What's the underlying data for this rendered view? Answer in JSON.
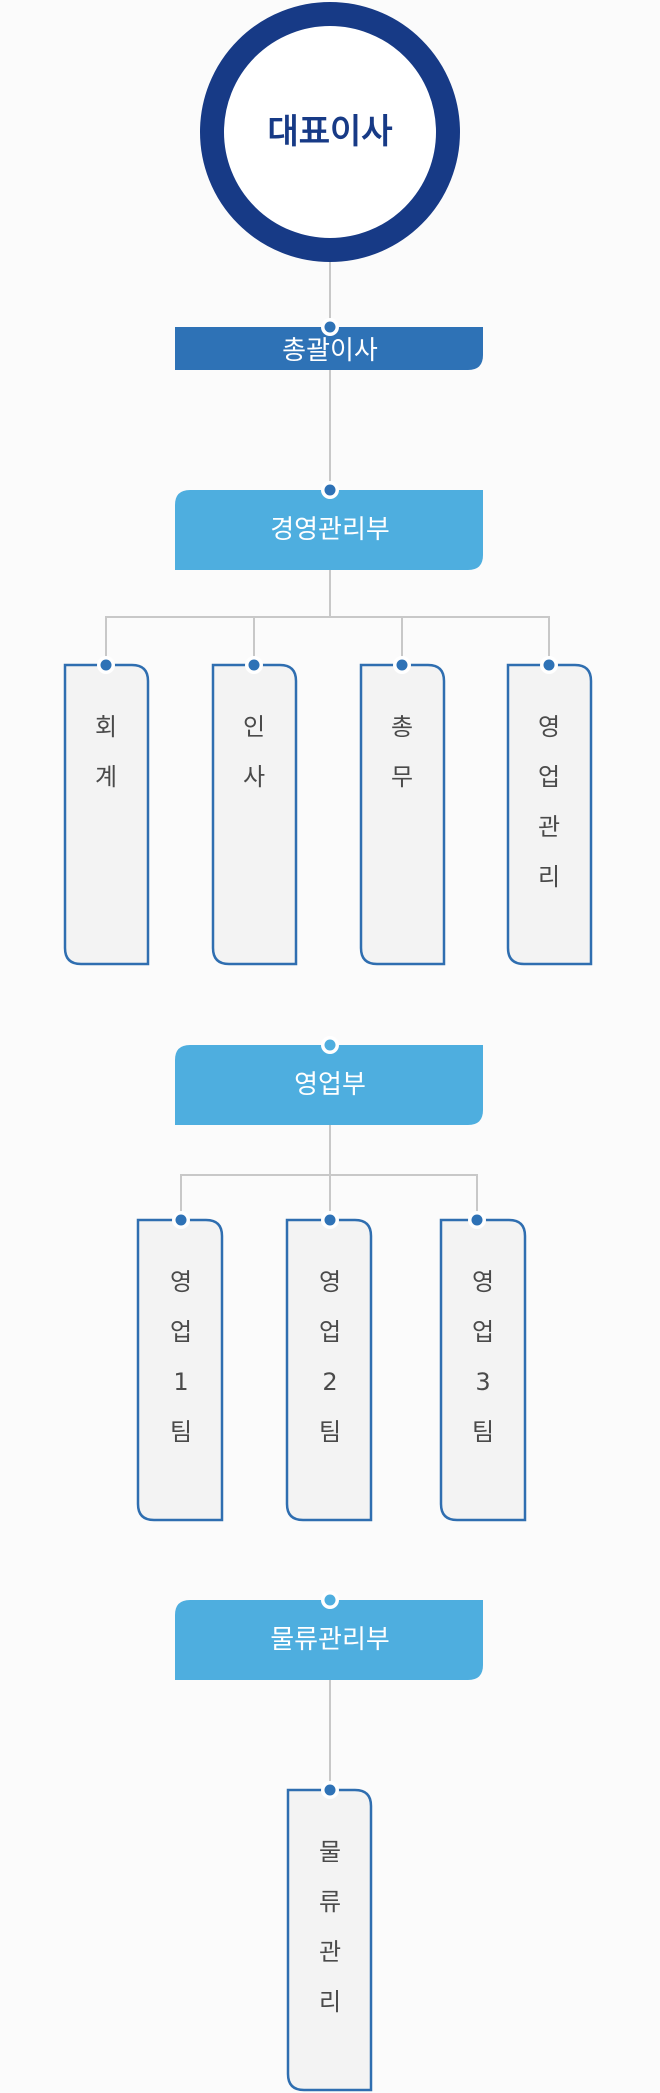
{
  "ceo": {
    "label": "대표이사"
  },
  "gm": {
    "label": "총괄이사"
  },
  "departments": [
    {
      "label": "경영관리부",
      "teams": [
        {
          "chars": [
            "회",
            "계"
          ]
        },
        {
          "chars": [
            "인",
            "사"
          ]
        },
        {
          "chars": [
            "총",
            "무"
          ]
        },
        {
          "chars": [
            "영",
            "업",
            "관",
            "리"
          ]
        }
      ]
    },
    {
      "label": "영업부",
      "teams": [
        {
          "chars": [
            "영",
            "업",
            "1",
            "팀"
          ]
        },
        {
          "chars": [
            "영",
            "업",
            "2",
            "팀"
          ]
        },
        {
          "chars": [
            "영",
            "업",
            "3",
            "팀"
          ]
        }
      ]
    },
    {
      "label": "물류관리부",
      "teams": [
        {
          "chars": [
            "물",
            "류",
            "관",
            "리"
          ]
        }
      ]
    }
  ],
  "colors": {
    "ceo_ring": "#173a86",
    "ceo_text": "#173a86",
    "gm_fill": "#2e72b6",
    "dept_fill": "#4eaedf",
    "team_border": "#2f6eb0",
    "team_fill": "#f3f3f3",
    "team_text": "#4a4a4a",
    "connector": "#c8c8c8",
    "dot": "#2e72b6"
  }
}
